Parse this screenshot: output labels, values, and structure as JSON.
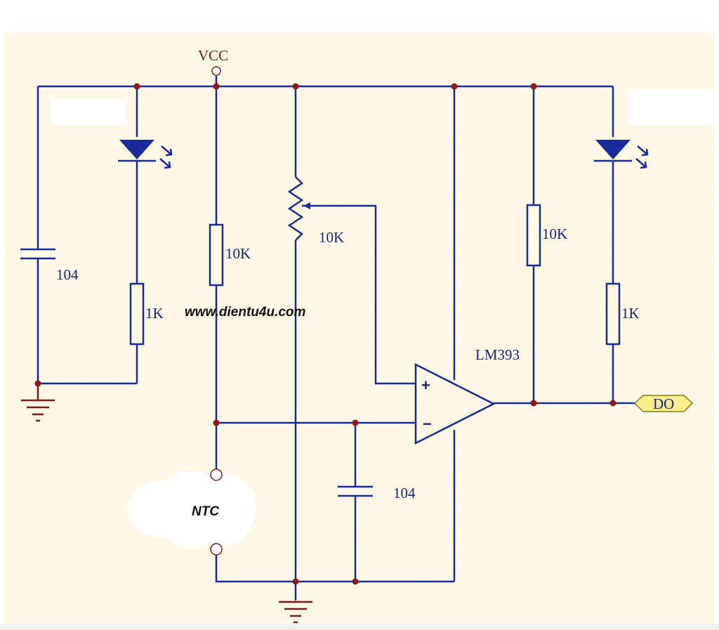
{
  "labels": {
    "vcc": "VCC",
    "cap_left": "104",
    "r_led_left": "1K",
    "r_ntc": "10K",
    "pot": "10K",
    "r_pullup": "10K",
    "r_led_right": "1K",
    "comparator": "LM393",
    "op_plus": "+",
    "op_minus": "−",
    "cap_mid": "104",
    "output": "DO",
    "ntc": "NTC",
    "watermark": "www.dientu4u.com"
  },
  "colors": {
    "background": "#fdf9e6",
    "wire": "#1a2a9a",
    "junction": "#8b1a1a",
    "ground": "#7b1c1c",
    "output_port_fill": "#f8ee8a"
  }
}
